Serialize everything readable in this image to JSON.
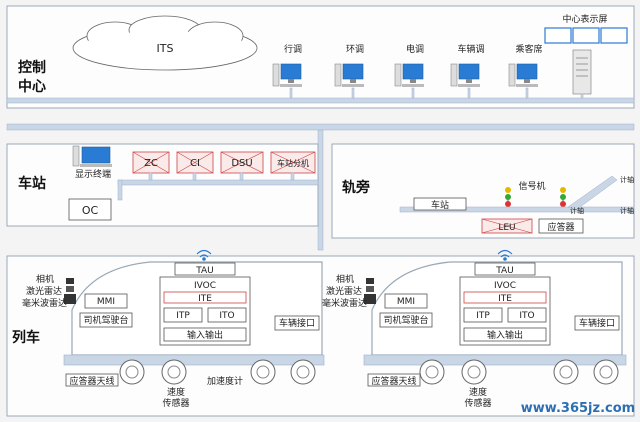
{
  "sections": {
    "control": "控制\n中心",
    "station": "车站",
    "trackside": "轨旁",
    "train": "列车"
  },
  "control": {
    "cloud": "ITS",
    "workstations": [
      "行调",
      "环调",
      "电调",
      "车辆调",
      "乘客席"
    ],
    "display": "中心表示屏"
  },
  "station": {
    "terminal": "显示终端",
    "systems": [
      "ZC",
      "CI",
      "DSU",
      "车站分机"
    ],
    "oc": "OC"
  },
  "trackside": {
    "signal": "信号机",
    "platform": "车站",
    "leu": "LEU",
    "balise": "应答器",
    "branch_labels": [
      "计轴",
      "计轴",
      "计轴"
    ]
  },
  "train": {
    "sensors": [
      "相机",
      "激光雷达",
      "毫米波雷达"
    ],
    "tau": "TAU",
    "ivoc": "IVOC",
    "ite": "ITE",
    "itp": "ITP",
    "ito": "ITO",
    "mmi": "MMI",
    "cab": "司机驾驶台",
    "io": "输入输出",
    "vehicle_if": "车辆接口",
    "antenna": "应答器天线",
    "speed": "速度\n传感器",
    "accel": "加速度计"
  },
  "watermark": "www.365jz.com",
  "colors": {
    "bus": "#c9d6e6",
    "monitor": "#2a7bd4",
    "signal_red": "#d33",
    "signal_yellow": "#e5b800",
    "signal_green": "#3a3"
  }
}
